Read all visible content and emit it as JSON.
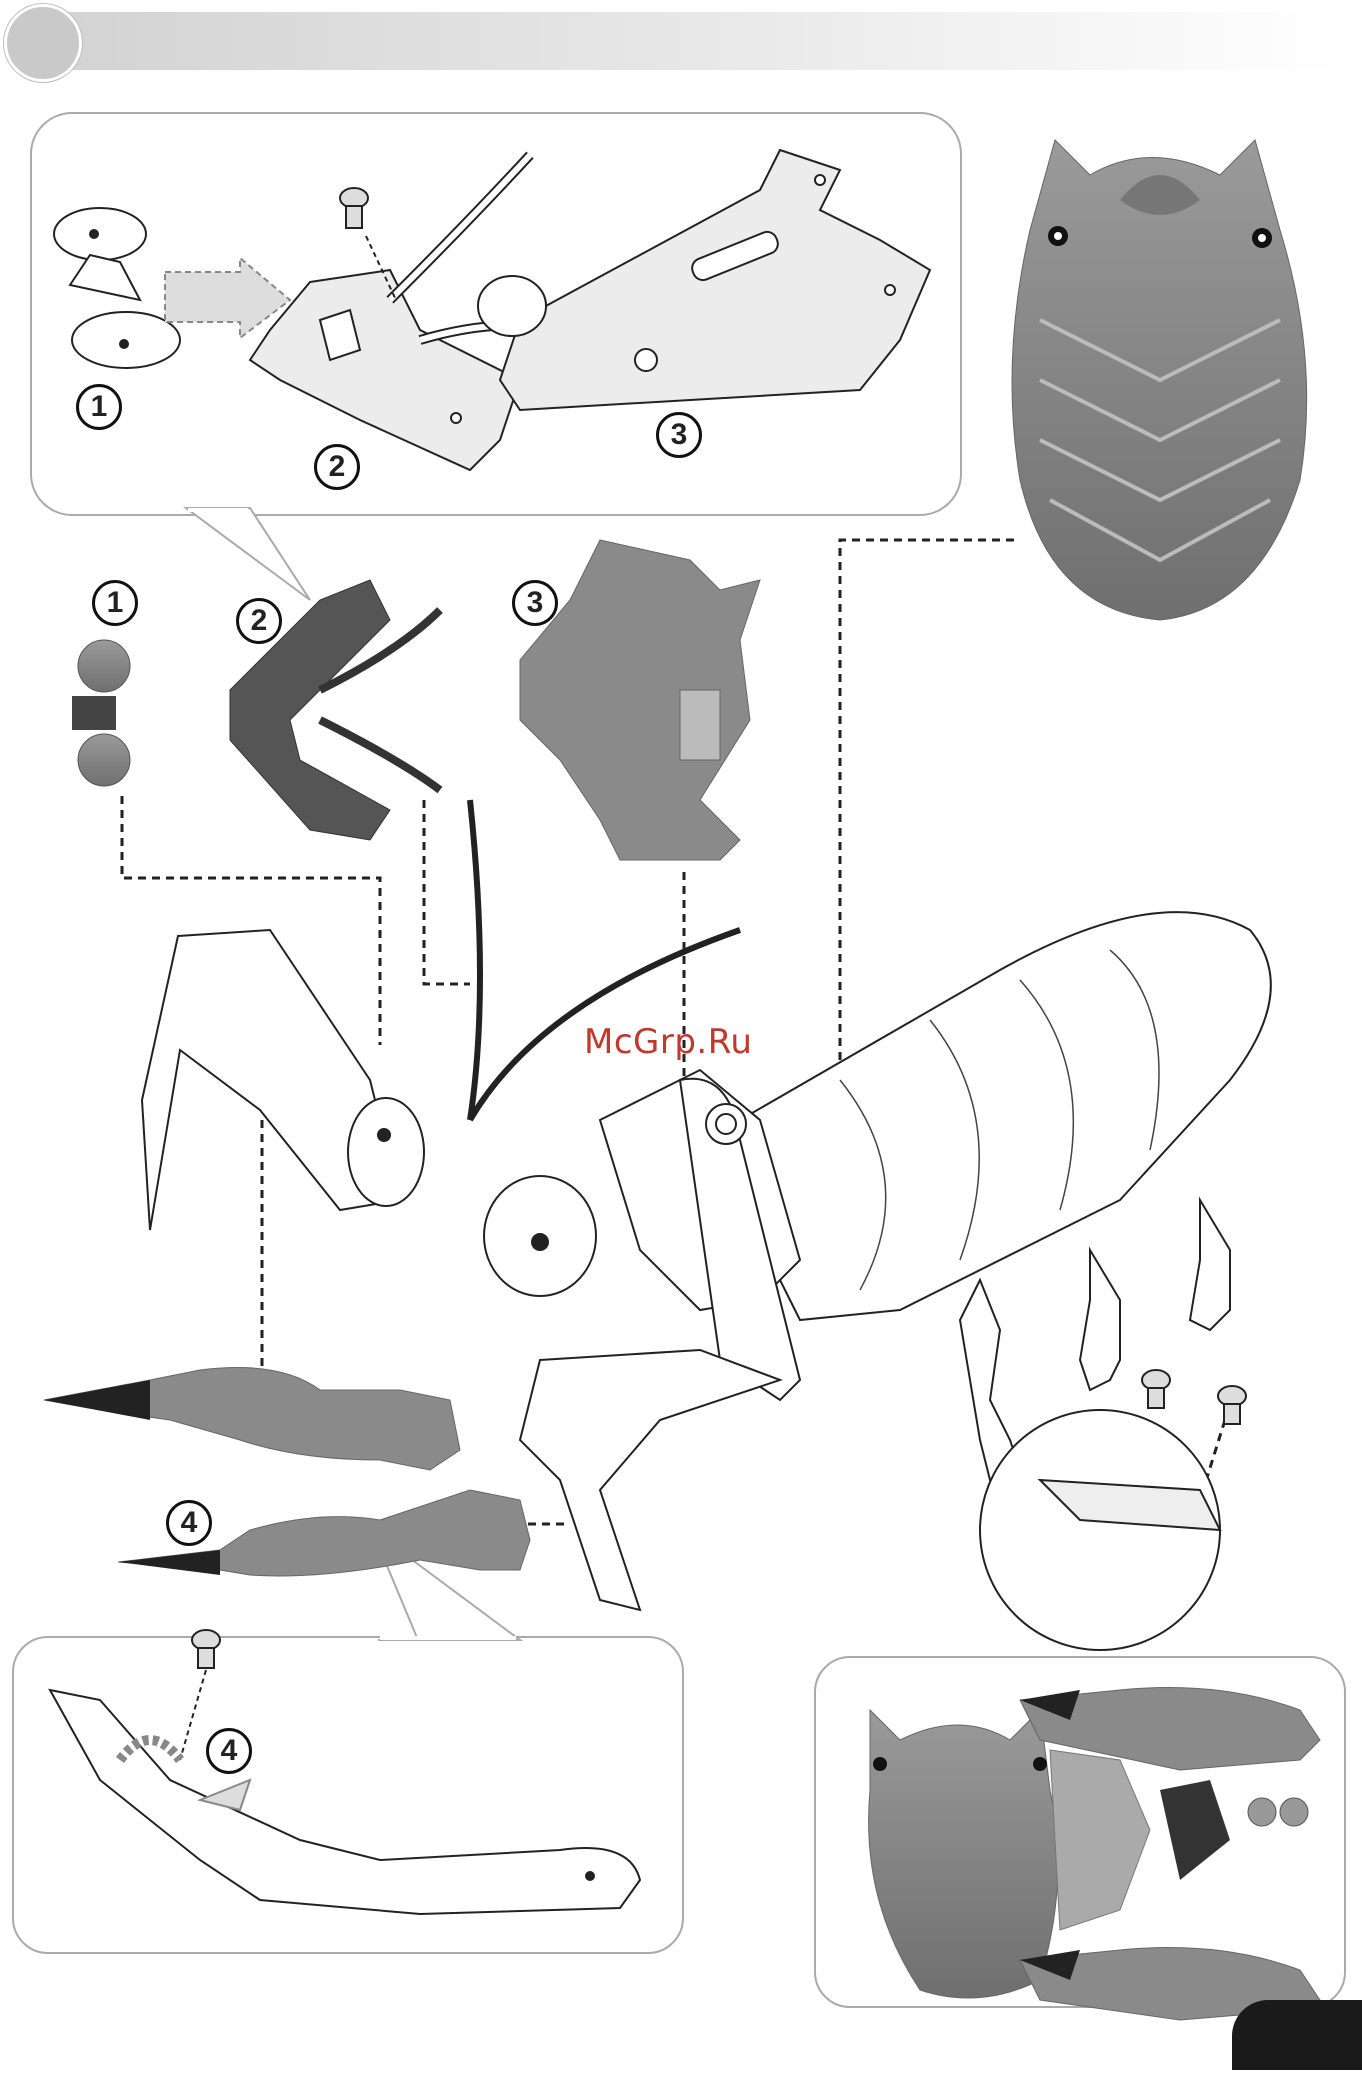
{
  "watermark": {
    "text": "McGrp.Ru"
  },
  "step_numbers": {
    "detail_1": "1",
    "detail_2": "2",
    "detail_3": "3",
    "detail_4": "4",
    "part_1": "1",
    "part_2": "2",
    "part_3": "3",
    "part_4": "4"
  },
  "colors": {
    "part_fill": "#8c8c8c",
    "part_dark": "#4a4a4a",
    "outline": "#222222",
    "panel_border": "#aaaaaa"
  },
  "icons": [
    "rivet-icon",
    "insert-arrow-icon",
    "rotate-arrow-icon"
  ]
}
